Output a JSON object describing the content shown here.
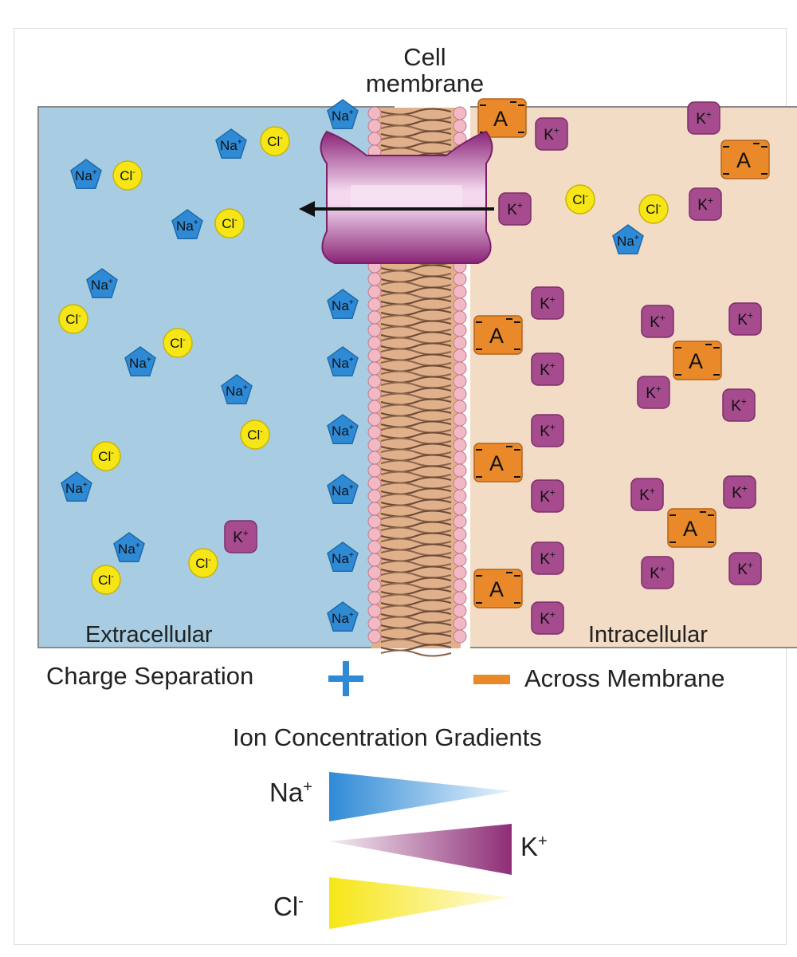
{
  "title": {
    "line1": "Cell",
    "line2": "membrane"
  },
  "regions": {
    "outside": "Extracellular",
    "inside": "Intracellular"
  },
  "legend": {
    "left_text": "Charge Separation",
    "right_text": "Across Membrane"
  },
  "gradients": {
    "heading": "Ion Concentration Gradients",
    "items": [
      {
        "ion": "Na",
        "charge": "+",
        "color": "#2f8ad6"
      },
      {
        "ion": "K",
        "charge": "+",
        "color": "#8e2d76"
      },
      {
        "ion": "Cl",
        "charge": "-",
        "color": "#f6e617"
      }
    ]
  },
  "ion_labels": {
    "sodium": "Na",
    "chloride": "Cl",
    "potassium": "K",
    "anion": "A"
  },
  "colors": {
    "extracellular": "#a8cde2",
    "intracellular": "#f3dcc6",
    "sodium": "#2f8ad6",
    "chloride": "#f6e617",
    "potassium": "#a54b8e",
    "anion": "#e9892a",
    "channel": "#9b2f86",
    "lipid_head": "#f1b9c5",
    "tail_region": "#e0b08a"
  }
}
